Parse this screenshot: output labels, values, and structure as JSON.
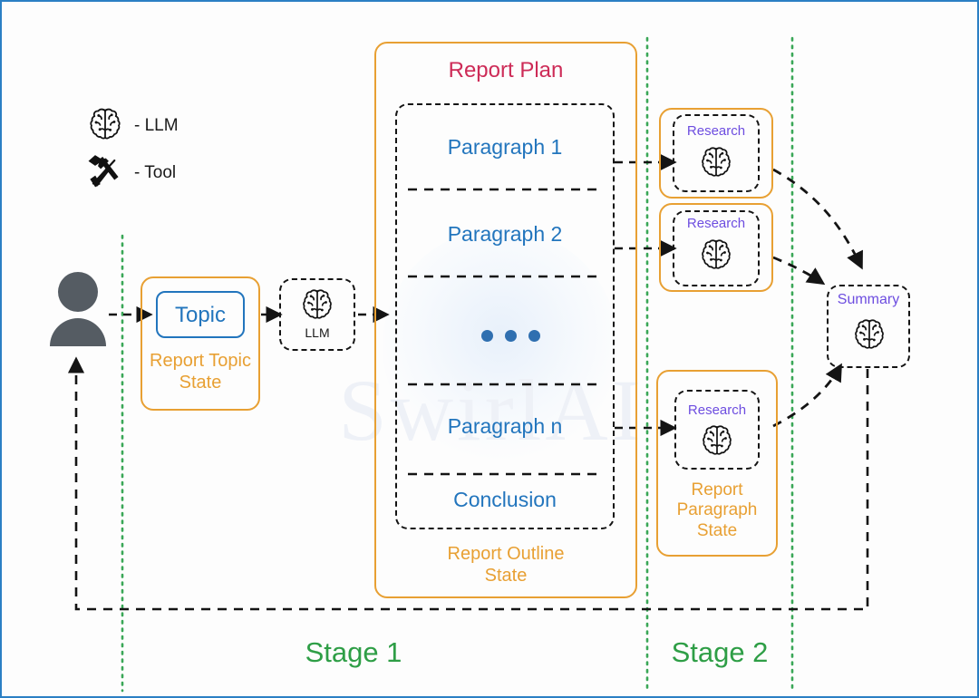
{
  "diagram": {
    "title_watermark": "SwirlAI",
    "border_color": "#2b7fc4",
    "colors": {
      "orange": "#e8a033",
      "blue": "#2275bd",
      "purple": "#6d4de0",
      "crimson": "#cd2b57",
      "green": "#2e9e46",
      "dashed": "#141414",
      "avatar": "#555c63"
    }
  },
  "legend": {
    "items": [
      {
        "icon": "brain-icon",
        "label": "- LLM"
      },
      {
        "icon": "hammer-tool-icon",
        "label": "- Tool"
      }
    ]
  },
  "user": {
    "icon": "user-avatar-icon"
  },
  "report_topic_state": {
    "inner_label": "Topic",
    "state_label": "Report Topic\nState"
  },
  "llm_node": {
    "icon": "brain-icon",
    "label": "LLM"
  },
  "report_plan": {
    "title": "Report Plan",
    "state_label": "Report Outline\nState",
    "outline_items": [
      "Paragraph 1",
      "Paragraph 2",
      "•••",
      "Paragraph n",
      "Conclusion"
    ]
  },
  "research_nodes": [
    {
      "label": "Research",
      "icon": "brain-icon",
      "state_label": ""
    },
    {
      "label": "Research",
      "icon": "brain-icon",
      "state_label": ""
    },
    {
      "label": "Research",
      "icon": "brain-icon",
      "state_label": "Report\nParagraph\nState"
    }
  ],
  "summary_node": {
    "label": "Summary",
    "icon": "brain-icon"
  },
  "stages": [
    {
      "label": "Stage 1"
    },
    {
      "label": "Stage 2"
    }
  ]
}
